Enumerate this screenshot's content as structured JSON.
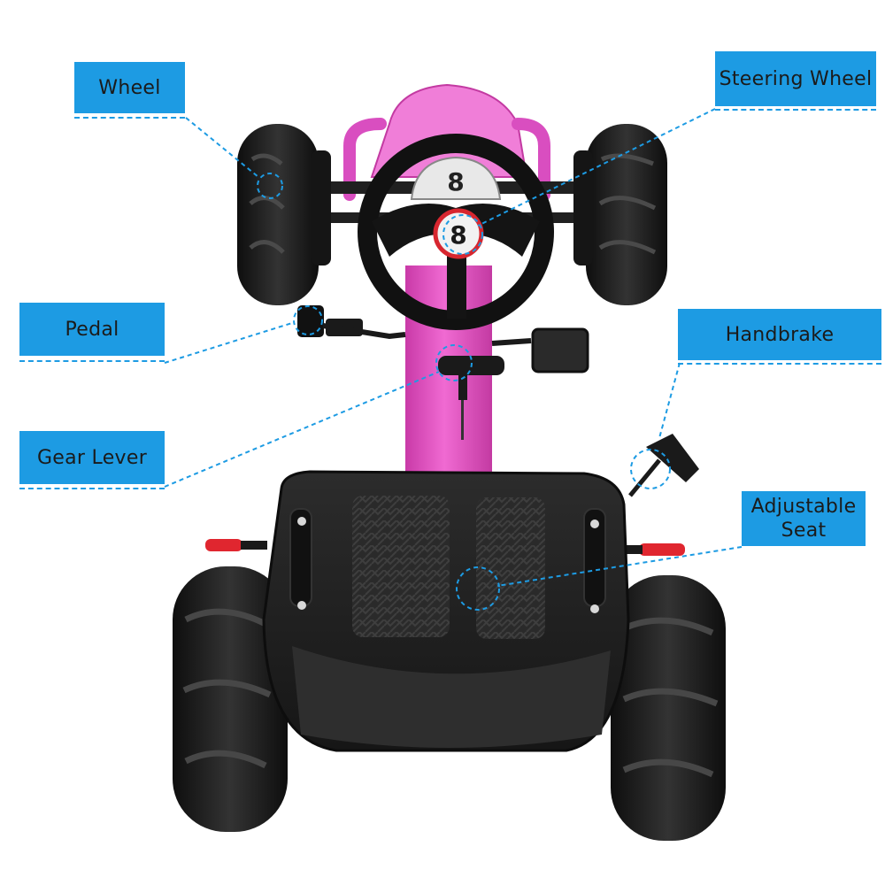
{
  "labels": {
    "wheel": "Wheel",
    "steering_wheel": "Steering Wheel",
    "pedal": "Pedal",
    "handbrake": "Handbrake",
    "gear_lever": "Gear Lever",
    "adjustable_seat_line1": "Adjustable",
    "adjustable_seat_line2": "Seat"
  },
  "steering_badge_number": "8",
  "dash_number": "8",
  "colors": {
    "callout_blue": "#1d9be3",
    "kart_pink": "#e84fc6",
    "tire_black": "#1c1c1c",
    "seat_black": "#232323",
    "knob_red": "#e0262f"
  }
}
